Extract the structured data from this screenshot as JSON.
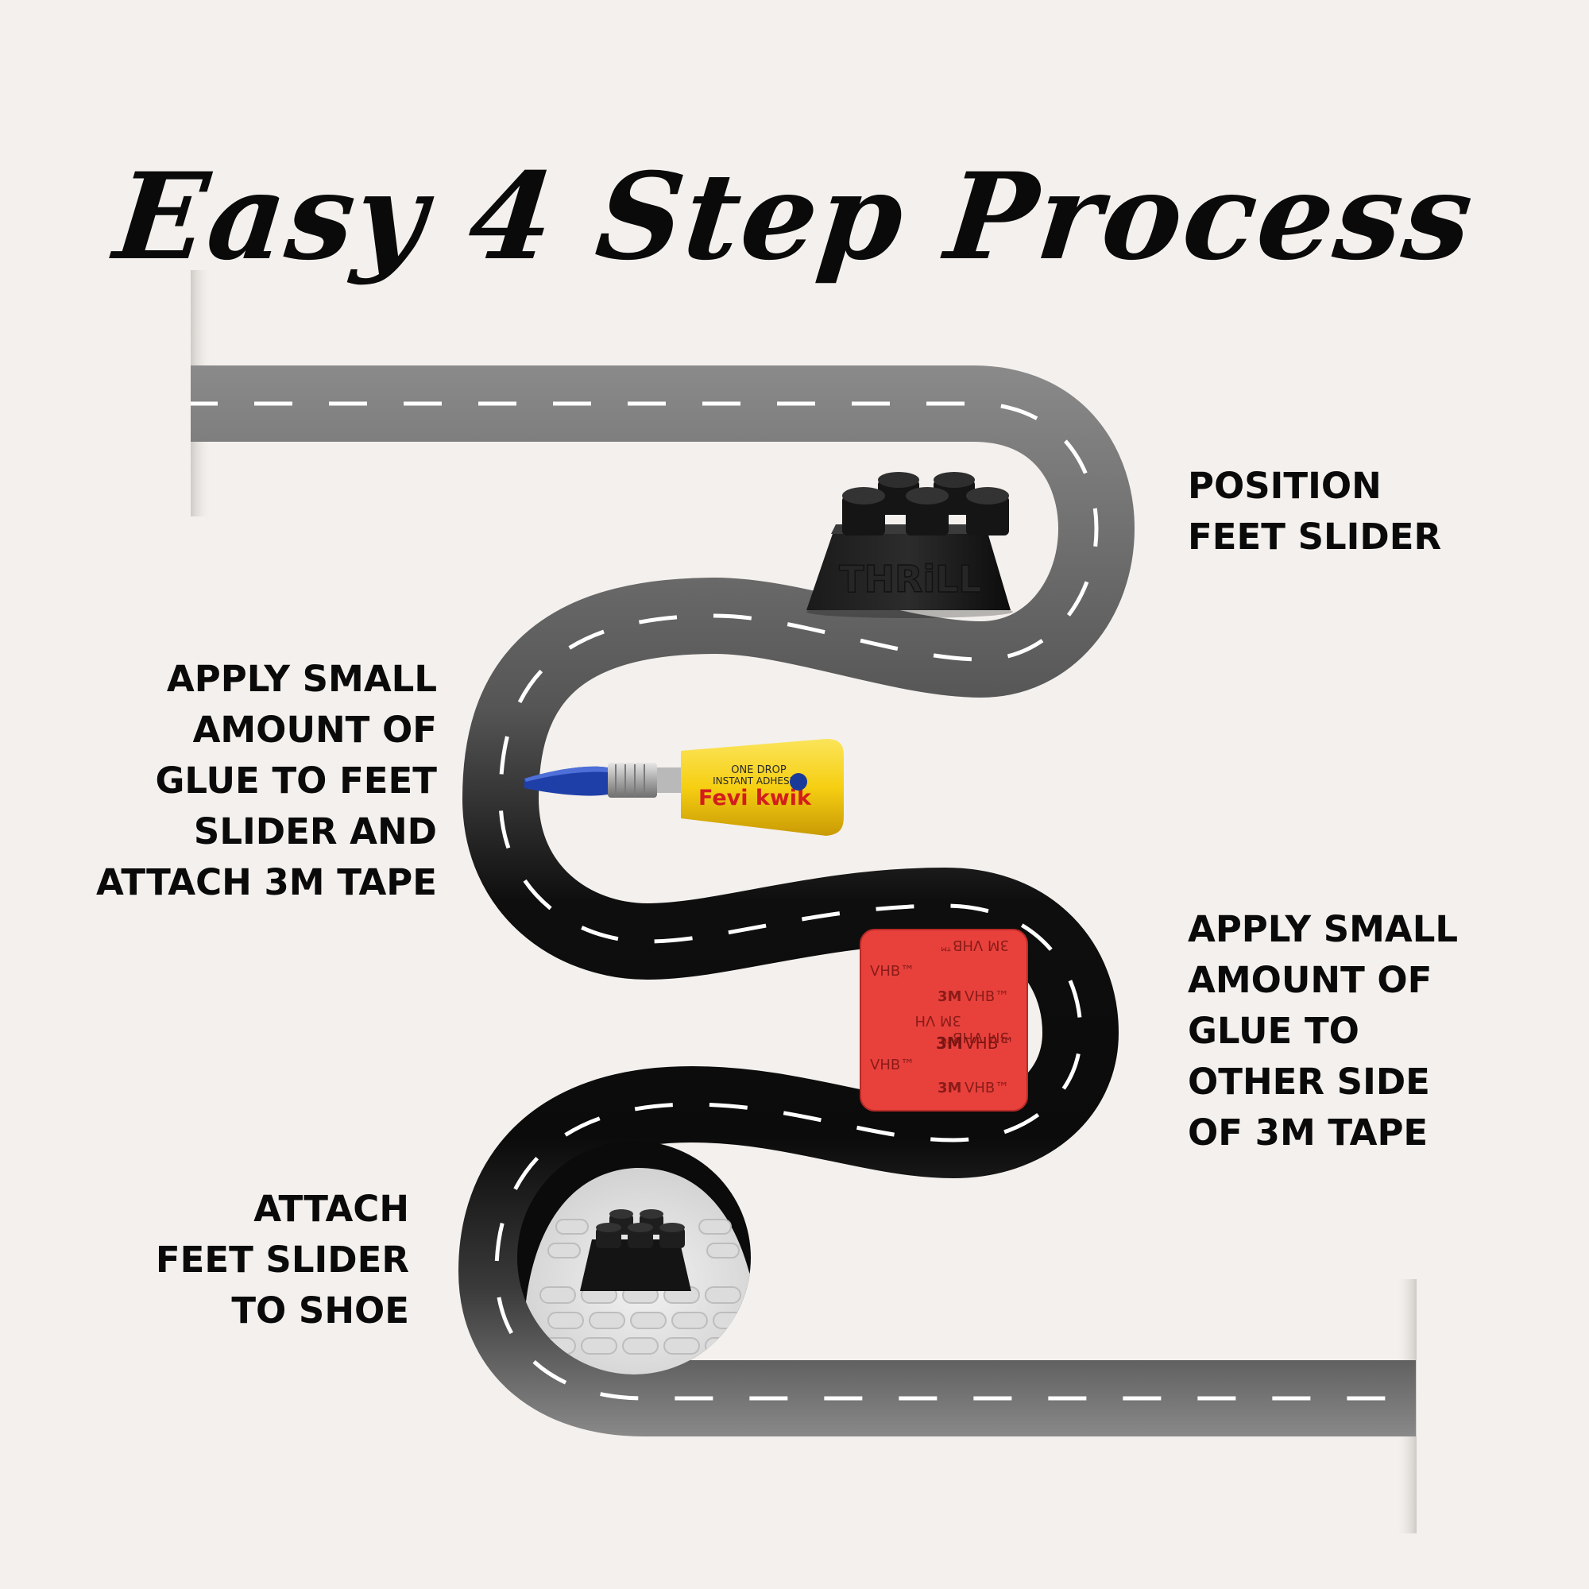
{
  "title": "Easy 4 Step Process",
  "steps": [
    {
      "lines": [
        "POSITION",
        "FEET SLIDER"
      ]
    },
    {
      "lines": [
        "APPLY SMALL",
        "AMOUNT OF",
        "GLUE TO FEET",
        "SLIDER AND",
        "ATTACH 3M TAPE"
      ]
    },
    {
      "lines": [
        "APPLY SMALL",
        "AMOUNT OF",
        "GLUE TO",
        "OTHER SIDE",
        "OF 3M TAPE"
      ]
    },
    {
      "lines": [
        "ATTACH",
        "FEET SLIDER",
        "TO SHOE"
      ]
    }
  ],
  "products": {
    "slider_brand": "THRiLL",
    "glue_line1": "ONE DROP",
    "glue_line2": "INSTANT ADHESIVE",
    "glue_brand": "Fevi kwik",
    "tape_text_3m": "3M",
    "tape_text_vhb": "VHB™"
  },
  "colors": {
    "background": "#f3f0ed",
    "road_dark": "#0b0b0b",
    "road_light": "#8c8c8c",
    "lane": "#ffffff",
    "tape_red": "#e8413c",
    "glue_yellow": "#f7d21a",
    "glue_nozzle": "#1f3fa8"
  }
}
